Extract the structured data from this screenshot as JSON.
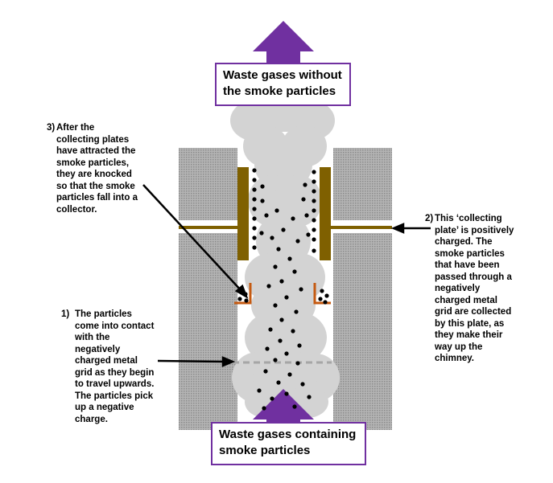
{
  "top_box": {
    "line1": "Waste gases without",
    "line2": "the smoke particles"
  },
  "bottom_box": {
    "line1": "Waste gases containing",
    "line2": "smoke particles"
  },
  "note1": {
    "number": "1)",
    "lines": [
      "The particles",
      "come into contact",
      "with the",
      "negatively",
      "charged metal",
      "grid as they begin",
      "to travel upwards.",
      "The particles pick",
      "up a negative",
      "charge."
    ]
  },
  "note2": {
    "number": "2)",
    "lines": [
      "This ‘collecting",
      "plate’ is positively",
      "charged. The",
      "smoke particles",
      "that have been",
      "passed through a",
      "negatively",
      "charged metal",
      "grid are collected",
      "by this plate, as",
      "they make their",
      "way up the",
      "chimney."
    ]
  },
  "note3": {
    "number": "3)",
    "lines": [
      "After the",
      "collecting plates",
      "have attracted the",
      "smoke particles,",
      "they are knocked",
      "so that the smoke",
      "particles fall into a",
      "collector."
    ]
  },
  "colors": {
    "arrow": "#7030a0",
    "smoke": "#d3d3d3",
    "wall": "#a6a6a6",
    "plate": "#7f6000",
    "collector": "#c55a11",
    "grid": "#a6a6a6",
    "particle": "#000000"
  }
}
